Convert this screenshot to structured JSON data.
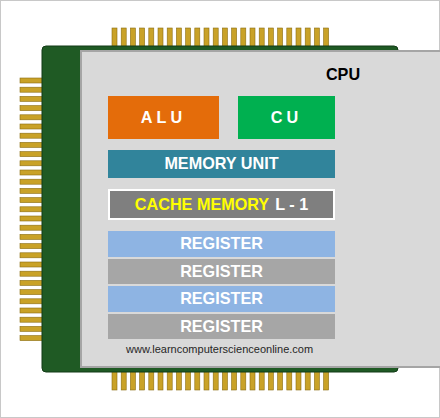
{
  "diagram": {
    "nodes": [
      {
        "text": [
          "CPU"
        ]
      },
      {
        "text": [
          "ALU"
        ],
        "in": 0
      },
      {
        "text": [
          "CU"
        ],
        "in": 0
      },
      {
        "text": [
          "MEMORY UNIT"
        ],
        "in": 0
      },
      {
        "text": [
          "CACHE MEMORY",
          "L - 1"
        ],
        "in": 0
      },
      {
        "text": [
          "REGISTER"
        ],
        "in": 0
      },
      {
        "text": [
          "REGISTER"
        ],
        "in": 0
      },
      {
        "text": [
          "REGISTER"
        ],
        "in": 0
      },
      {
        "text": [
          "REGISTER"
        ],
        "in": 0
      }
    ],
    "labels": [
      "www.learncomputerscienceonline.com"
    ]
  }
}
